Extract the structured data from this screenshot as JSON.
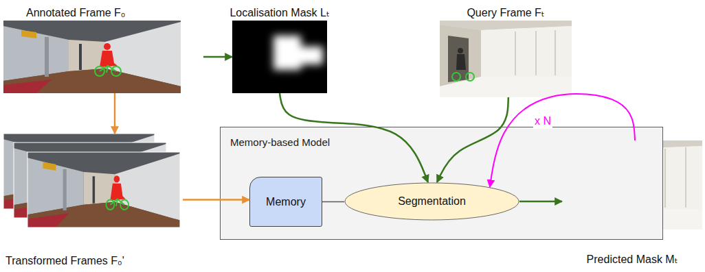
{
  "diagram": {
    "nodes": [
      {
        "text": [
          "Annotated Frame F₀"
        ]
      },
      {
        "text": [
          "Localisation Mask Lₜ"
        ]
      },
      {
        "text": [
          "Query Frame Fₜ"
        ]
      },
      {
        "text": [
          "Transformed Frames F₀'"
        ]
      },
      {
        "text": [
          "Memory-based Model"
        ]
      },
      {
        "text": [
          "Memory"
        ],
        "in": 4
      },
      {
        "text": [
          "Segmentation"
        ],
        "in": 4
      },
      {
        "text": [
          "Predicted Mask Mₜ"
        ]
      }
    ],
    "edges": [
      {
        "from": 0,
        "to": 1,
        "arrow": "to"
      },
      {
        "from": 0,
        "to": 3,
        "arrow": "to"
      },
      {
        "from": 3,
        "to": 5,
        "arrow": "to"
      },
      {
        "from": 1,
        "to": 6,
        "arrow": "to"
      },
      {
        "from": 2,
        "to": 6,
        "arrow": "to"
      },
      {
        "from": 5,
        "to": 6,
        "arrow": "none"
      },
      {
        "from": 6,
        "to": 7,
        "arrow": "to"
      },
      {
        "from": 7,
        "to": 6,
        "arrow": "to",
        "label": "x N"
      }
    ]
  }
}
